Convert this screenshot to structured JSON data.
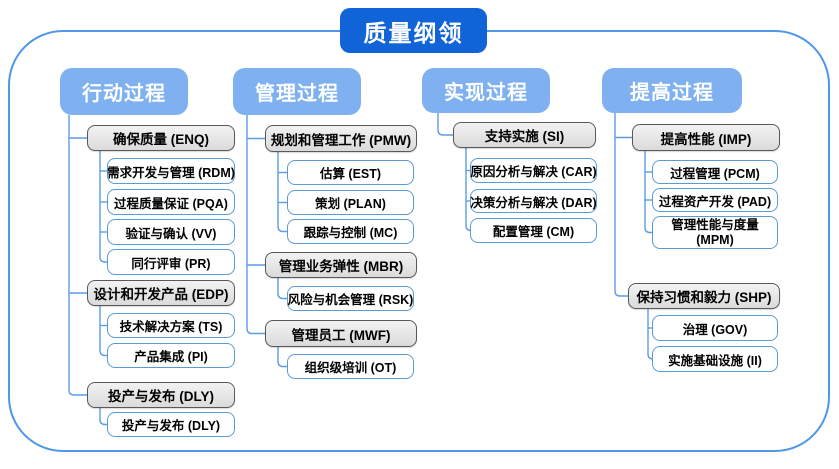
{
  "title": "质量纲领",
  "colors": {
    "title_bg": "#1164d8",
    "header_bg": "#7fb1f0",
    "gray_fill": "#e4e4e4",
    "gray_border": "#595959",
    "white_box_border": "#5b9bd5",
    "connector": "#5d9ce6",
    "frame_border": "#4f97e8"
  },
  "columns": [
    {
      "key": "action-process",
      "header": "行动过程",
      "groups": [
        {
          "key": "enq",
          "label": "确保质量 (ENQ)",
          "children": [
            {
              "key": "rdm",
              "label": "需求开发与管理 (RDM)"
            },
            {
              "key": "pqa",
              "label": "过程质量保证 (PQA)"
            },
            {
              "key": "vv",
              "label": "验证与确认 (VV)"
            },
            {
              "key": "pr",
              "label": "同行评审 (PR)"
            }
          ]
        },
        {
          "key": "edp",
          "label": "设计和开发产品 (EDP)",
          "children": [
            {
              "key": "ts",
              "label": "技术解决方案 (TS)"
            },
            {
              "key": "pi",
              "label": "产品集成 (PI)"
            }
          ]
        },
        {
          "key": "dly",
          "label": "投产与发布 (DLY)",
          "children": [
            {
              "key": "dly-sub",
              "label": "投产与发布 (DLY)"
            }
          ]
        }
      ]
    },
    {
      "key": "management-process",
      "header": "管理过程",
      "groups": [
        {
          "key": "pmw",
          "label": "规划和管理工作 (PMW)",
          "children": [
            {
              "key": "est",
              "label": "估算 (EST)"
            },
            {
              "key": "plan",
              "label": "策划 (PLAN)"
            },
            {
              "key": "mc",
              "label": "跟踪与控制 (MC)"
            }
          ]
        },
        {
          "key": "mbr",
          "label": "管理业务弹性 (MBR)",
          "children": [
            {
              "key": "rsk",
              "label": "风险与机会管理 (RSK)"
            }
          ]
        },
        {
          "key": "mwf",
          "label": "管理员工 (MWF)",
          "children": [
            {
              "key": "ot",
              "label": "组织级培训 (OT)"
            }
          ]
        }
      ]
    },
    {
      "key": "realization-process",
      "header": "实现过程",
      "groups": [
        {
          "key": "si",
          "label": "支持实施 (SI)",
          "children": [
            {
              "key": "car",
              "label": "原因分析与解决 (CAR)"
            },
            {
              "key": "dar",
              "label": "决策分析与解决 (DAR)"
            },
            {
              "key": "cm",
              "label": "配置管理 (CM)"
            }
          ]
        }
      ]
    },
    {
      "key": "improvement-process",
      "header": "提高过程",
      "groups": [
        {
          "key": "imp",
          "label": "提高性能 (IMP)",
          "children": [
            {
              "key": "pcm",
              "label": "过程管理 (PCM)"
            },
            {
              "key": "pad",
              "label": "过程资产开发 (PAD)"
            },
            {
              "key": "mpm",
              "label": "管理性能与度量 (MPM)"
            }
          ]
        },
        {
          "key": "shp",
          "label": "保持习惯和毅力 (SHP)",
          "children": [
            {
              "key": "gov",
              "label": "治理 (GOV)"
            },
            {
              "key": "ii",
              "label": "实施基础设施 (II)"
            }
          ]
        }
      ]
    }
  ]
}
